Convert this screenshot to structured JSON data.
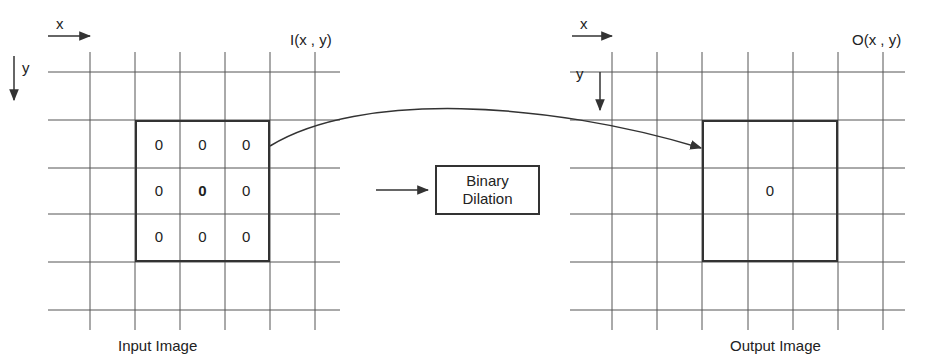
{
  "diagram": {
    "nodes": [
      {
        "text": [
          "0",
          "0",
          "0",
          "0",
          "0",
          "0",
          "0",
          "0",
          "0"
        ]
      },
      {
        "text": [
          "Binary Dilation"
        ]
      },
      {
        "text": [
          "0"
        ]
      }
    ],
    "edges": [
      {
        "from": 0,
        "to": 2,
        "arrow": "to"
      }
    ],
    "labels": [
      "x",
      "y",
      "I(x , y)",
      "x",
      "y",
      "O(x , y)",
      "Input Image",
      "Output Image"
    ]
  }
}
